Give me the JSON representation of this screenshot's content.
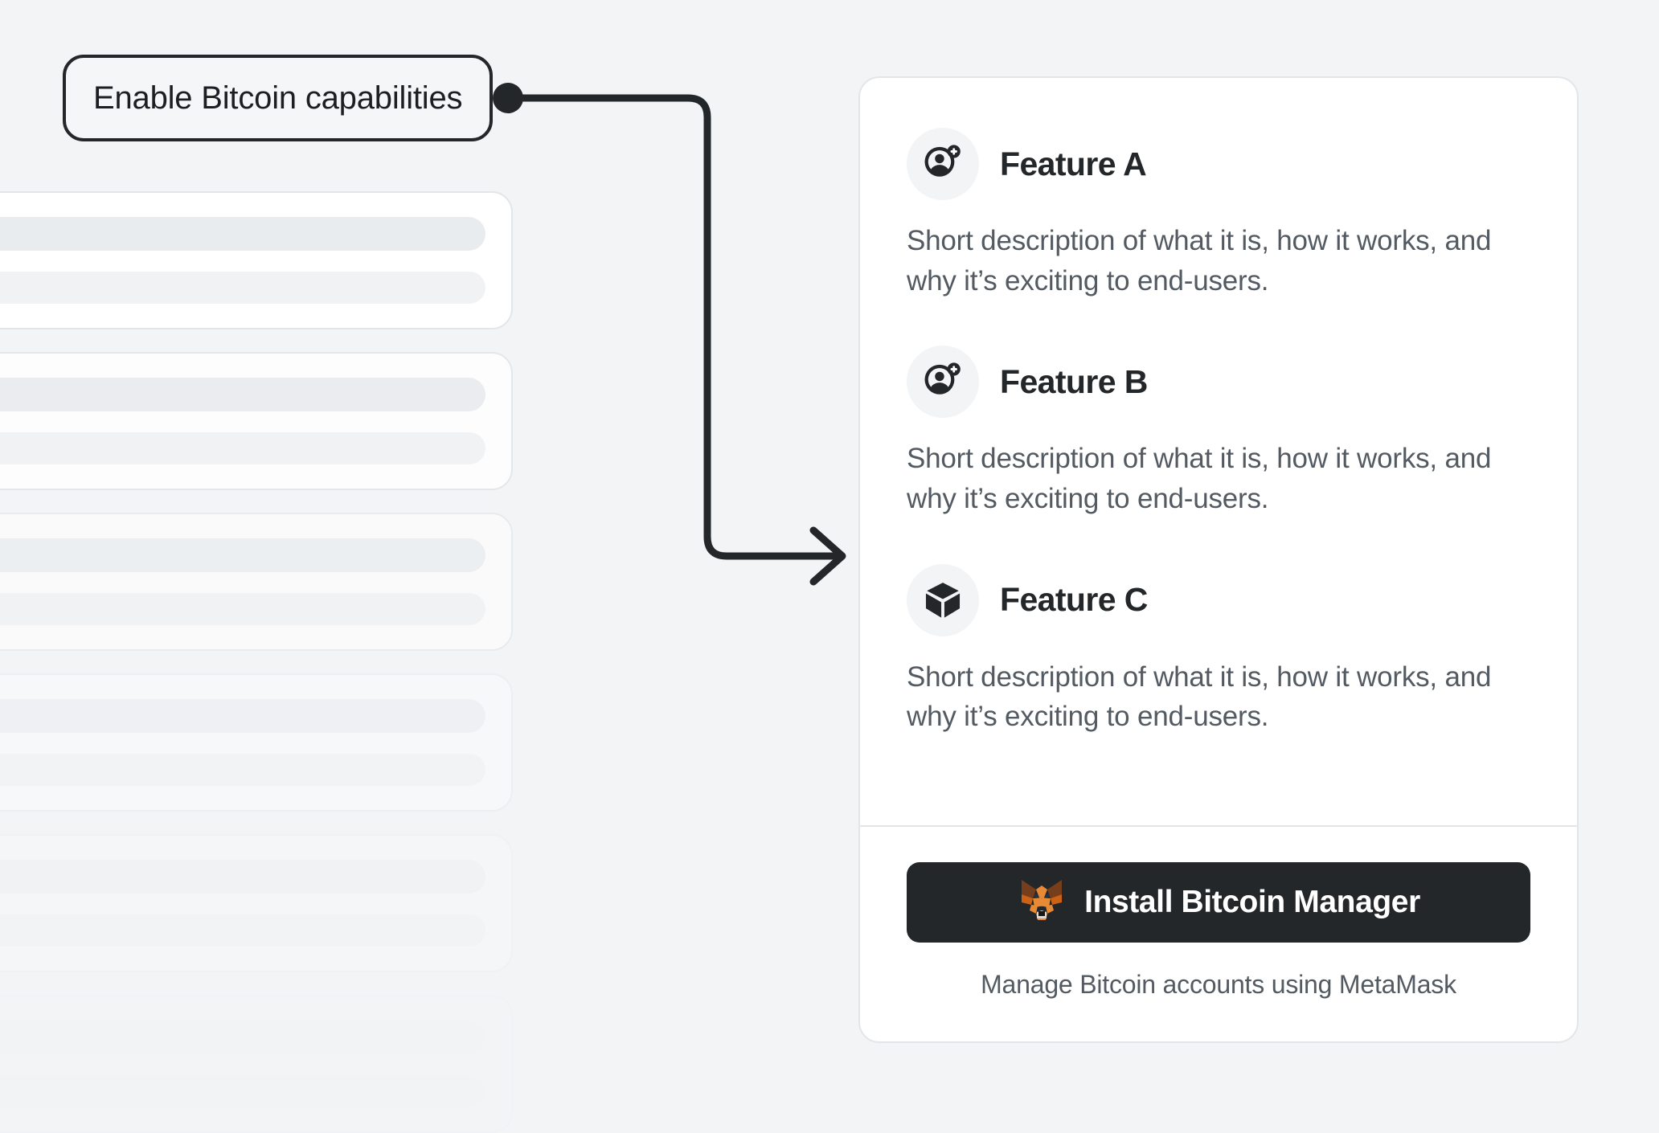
{
  "annotation": {
    "label": "Enable Bitcoin capabilities",
    "connector_color": "#24272A"
  },
  "colors": {
    "page_background": "#F2F4F6",
    "card_background": "#FFFFFF",
    "card_border": "#E3E6E9",
    "heading": "#24272A",
    "body_text": "#535A61",
    "button_background": "#24272A",
    "button_text": "#FFFFFF",
    "icon_badge_background": "#F2F4F6",
    "metamask_orange": "#E88A35",
    "metamask_dark_orange": "#CD6116",
    "metamask_brown": "#763E1A",
    "metamask_cream": "#E4D7CD"
  },
  "card": {
    "features": [
      {
        "icon": "account-add-icon",
        "title": "Feature A",
        "description": "Short description of what it is, how it works, and why it’s exciting to end-users."
      },
      {
        "icon": "account-add-icon",
        "title": "Feature B",
        "description": "Short description of what it is, how it works, and why it’s exciting to end-users."
      },
      {
        "icon": "cube-icon",
        "title": "Feature C",
        "description": "Short description of what it is, how it works, and why it’s exciting to end-users."
      }
    ],
    "footer": {
      "button_icon": "metamask-fox-icon",
      "button_label": "Install Bitcoin Manager",
      "caption": "Manage Bitcoin accounts using MetaMask"
    }
  },
  "background_skeletons": [
    {
      "opacity_class": "sk-1"
    },
    {
      "opacity_class": "sk-2"
    },
    {
      "opacity_class": "sk-3"
    },
    {
      "opacity_class": "sk-4"
    },
    {
      "opacity_class": "sk-5"
    },
    {
      "opacity_class": "sk-6"
    }
  ]
}
